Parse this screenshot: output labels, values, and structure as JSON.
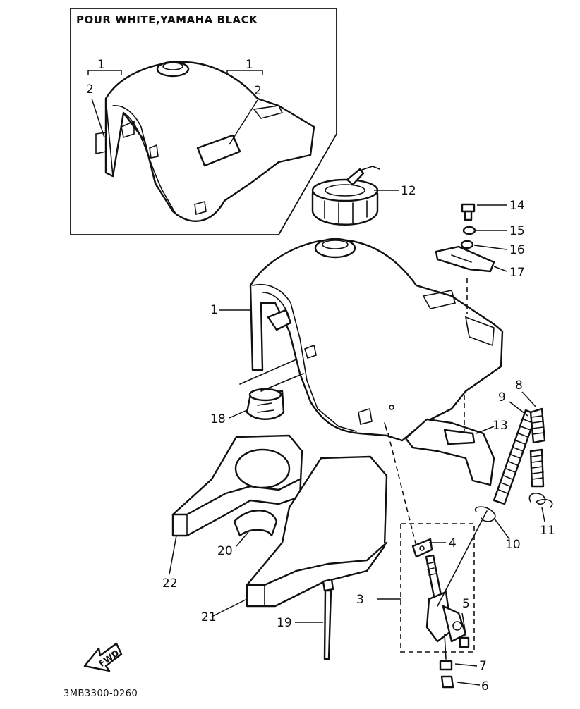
{
  "inset": {
    "title": "POUR WHITE,YAMAHA BLACK",
    "labels": [
      "1",
      "1",
      "2",
      "2"
    ]
  },
  "parts": [
    {
      "num": "1"
    },
    {
      "num": "3"
    },
    {
      "num": "4"
    },
    {
      "num": "5"
    },
    {
      "num": "6"
    },
    {
      "num": "7"
    },
    {
      "num": "8"
    },
    {
      "num": "9"
    },
    {
      "num": "10"
    },
    {
      "num": "11"
    },
    {
      "num": "12"
    },
    {
      "num": "13"
    },
    {
      "num": "14"
    },
    {
      "num": "15"
    },
    {
      "num": "16"
    },
    {
      "num": "17"
    },
    {
      "num": "18"
    },
    {
      "num": "19"
    },
    {
      "num": "20"
    },
    {
      "num": "21"
    },
    {
      "num": "22"
    }
  ],
  "direction_arrow": "FWD",
  "diagram_code": "3MB3300-0260"
}
